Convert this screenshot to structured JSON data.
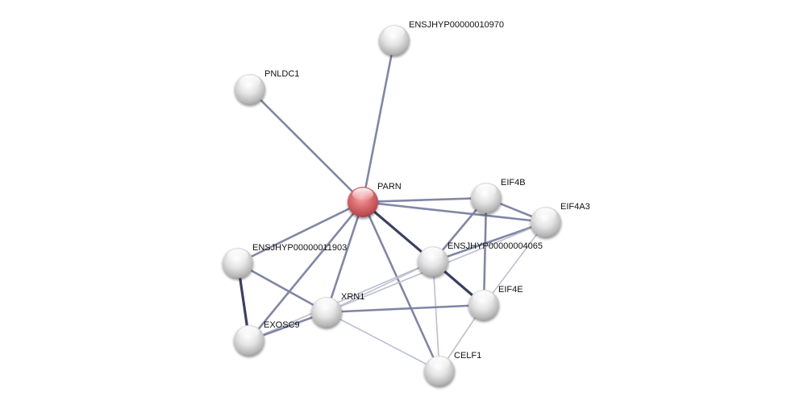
{
  "title": "Protein interaction network",
  "query_node": "PARN",
  "colors": {
    "query_node": "#d9666b",
    "node": "#e6e6e6",
    "edge_strong": "#3a4060",
    "edge_medium": "#7a80a0",
    "edge_weak": "#b8bccc"
  },
  "nodes": [
    {
      "id": "ENSJHYP00000010970",
      "label": "ENSJHYP00000010970",
      "query": false
    },
    {
      "id": "PNLDC1",
      "label": "PNLDC1",
      "query": false
    },
    {
      "id": "PARN",
      "label": "PARN",
      "query": true
    },
    {
      "id": "EIF4B",
      "label": "EIF4B",
      "query": false
    },
    {
      "id": "EIF4A3",
      "label": "EIF4A3",
      "query": false
    },
    {
      "id": "ENSJHYP00000011903",
      "label": "ENSJHYP00000011903",
      "query": false
    },
    {
      "id": "ENSJHYP00000004065",
      "label": "ENSJHYP00000004065",
      "query": false
    },
    {
      "id": "XRN1",
      "label": "XRN1",
      "query": false
    },
    {
      "id": "EIF4E",
      "label": "EIF4E",
      "query": false
    },
    {
      "id": "EXOSC9",
      "label": "EXOSC9",
      "query": false
    },
    {
      "id": "CELF1",
      "label": "CELF1",
      "query": false
    }
  ],
  "edges": [
    {
      "source": "PARN",
      "target": "ENSJHYP00000010970",
      "strength": "medium"
    },
    {
      "source": "PARN",
      "target": "PNLDC1",
      "strength": "medium"
    },
    {
      "source": "PARN",
      "target": "EIF4B",
      "strength": "medium"
    },
    {
      "source": "PARN",
      "target": "EIF4A3",
      "strength": "medium"
    },
    {
      "source": "PARN",
      "target": "ENSJHYP00000004065",
      "strength": "strong"
    },
    {
      "source": "PARN",
      "target": "ENSJHYP00000011903",
      "strength": "medium"
    },
    {
      "source": "PARN",
      "target": "XRN1",
      "strength": "medium"
    },
    {
      "source": "PARN",
      "target": "EXOSC9",
      "strength": "medium"
    },
    {
      "source": "PARN",
      "target": "CELF1",
      "strength": "medium"
    },
    {
      "source": "EIF4B",
      "target": "EIF4A3",
      "strength": "medium"
    },
    {
      "source": "EIF4B",
      "target": "EIF4E",
      "strength": "medium"
    },
    {
      "source": "EIF4B",
      "target": "ENSJHYP00000004065",
      "strength": "medium"
    },
    {
      "source": "EIF4A3",
      "target": "ENSJHYP00000004065",
      "strength": "medium"
    },
    {
      "source": "EIF4A3",
      "target": "EIF4E",
      "strength": "weak"
    },
    {
      "source": "EIF4A3",
      "target": "XRN1",
      "strength": "weak"
    },
    {
      "source": "ENSJHYP00000004065",
      "target": "EIF4E",
      "strength": "strong"
    },
    {
      "source": "ENSJHYP00000004065",
      "target": "XRN1",
      "strength": "weak"
    },
    {
      "source": "ENSJHYP00000004065",
      "target": "CELF1",
      "strength": "weak"
    },
    {
      "source": "ENSJHYP00000004065",
      "target": "EXOSC9",
      "strength": "weak"
    },
    {
      "source": "EIF4E",
      "target": "XRN1",
      "strength": "medium"
    },
    {
      "source": "EIF4E",
      "target": "CELF1",
      "strength": "weak"
    },
    {
      "source": "ENSJHYP00000011903",
      "target": "XRN1",
      "strength": "medium"
    },
    {
      "source": "ENSJHYP00000011903",
      "target": "EXOSC9",
      "strength": "strong"
    },
    {
      "source": "EXOSC9",
      "target": "XRN1",
      "strength": "medium"
    },
    {
      "source": "XRN1",
      "target": "CELF1",
      "strength": "weak"
    }
  ]
}
